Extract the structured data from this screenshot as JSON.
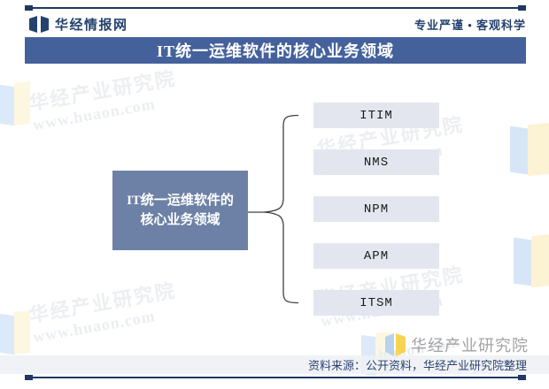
{
  "header": {
    "brand": "华经情报网",
    "slogan": "专业严谨 • 客观科学"
  },
  "title_bar": {
    "title": "IT统一运维软件的核心业务领域"
  },
  "diagram": {
    "root": {
      "line1": "IT统一运维软件的",
      "line2": "核心业务领域"
    },
    "items": [
      "ITIM",
      "NMS",
      "NPM",
      "APM",
      "ITSM"
    ]
  },
  "footer": {
    "brand": "华经产业研究院",
    "source": "资料来源：公开资料，华经产业研究院整理"
  },
  "watermark": {
    "line1": "华经产业研究院",
    "line2": "www.huaon.com"
  },
  "colors": {
    "rule_navy": "#1f3864",
    "header_text": "#24426e",
    "title_bar_bg": "#45619c",
    "title_text": "#ffffff",
    "root_box_bg": "#6d81a6",
    "item_box_bg": "#e4e6ef",
    "item_text": "#1a1a1a",
    "brace_stroke": "#404040",
    "source_text": "#2b4470",
    "source_bar_bg": "#eef0f5",
    "footer_brand_text": "#a3a3a3",
    "wm_text": "#eceef3",
    "wm_blue": "#dce9f8",
    "wm_yellow": "#fdf7e2",
    "logo_blue": "#b7d3ee",
    "logo_yellow": "#f7d453"
  }
}
